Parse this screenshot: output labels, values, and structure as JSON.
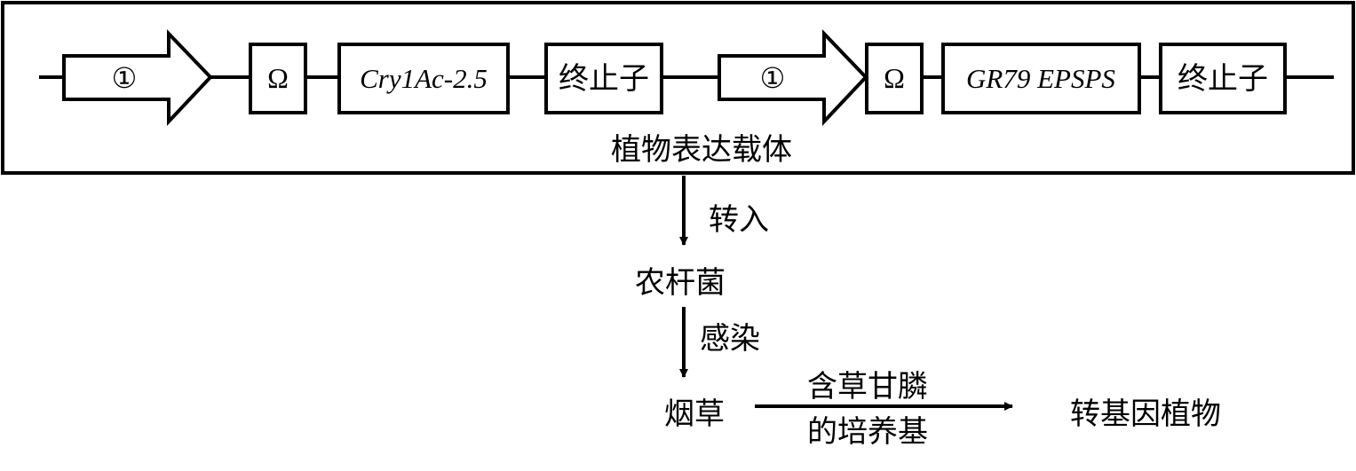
{
  "vector": {
    "title": "植物表达载体",
    "elements": [
      {
        "type": "promoter",
        "label": "①"
      },
      {
        "type": "box",
        "label": "Ω"
      },
      {
        "type": "gene",
        "label": "Cry1Ac-2.5"
      },
      {
        "type": "terminator",
        "label": "终止子"
      },
      {
        "type": "promoter",
        "label": "①"
      },
      {
        "type": "box",
        "label": "Ω"
      },
      {
        "type": "gene",
        "label": "GR79 EPSPS"
      },
      {
        "type": "terminator",
        "label": "终止子"
      }
    ]
  },
  "flow": {
    "step1_label": "转入",
    "node1": "农杆菌",
    "step2_label": "感染",
    "node2": "烟草",
    "step3_label_top": "含草甘膦",
    "step3_label_bottom": "的培养基",
    "node3": "转基因植物"
  }
}
